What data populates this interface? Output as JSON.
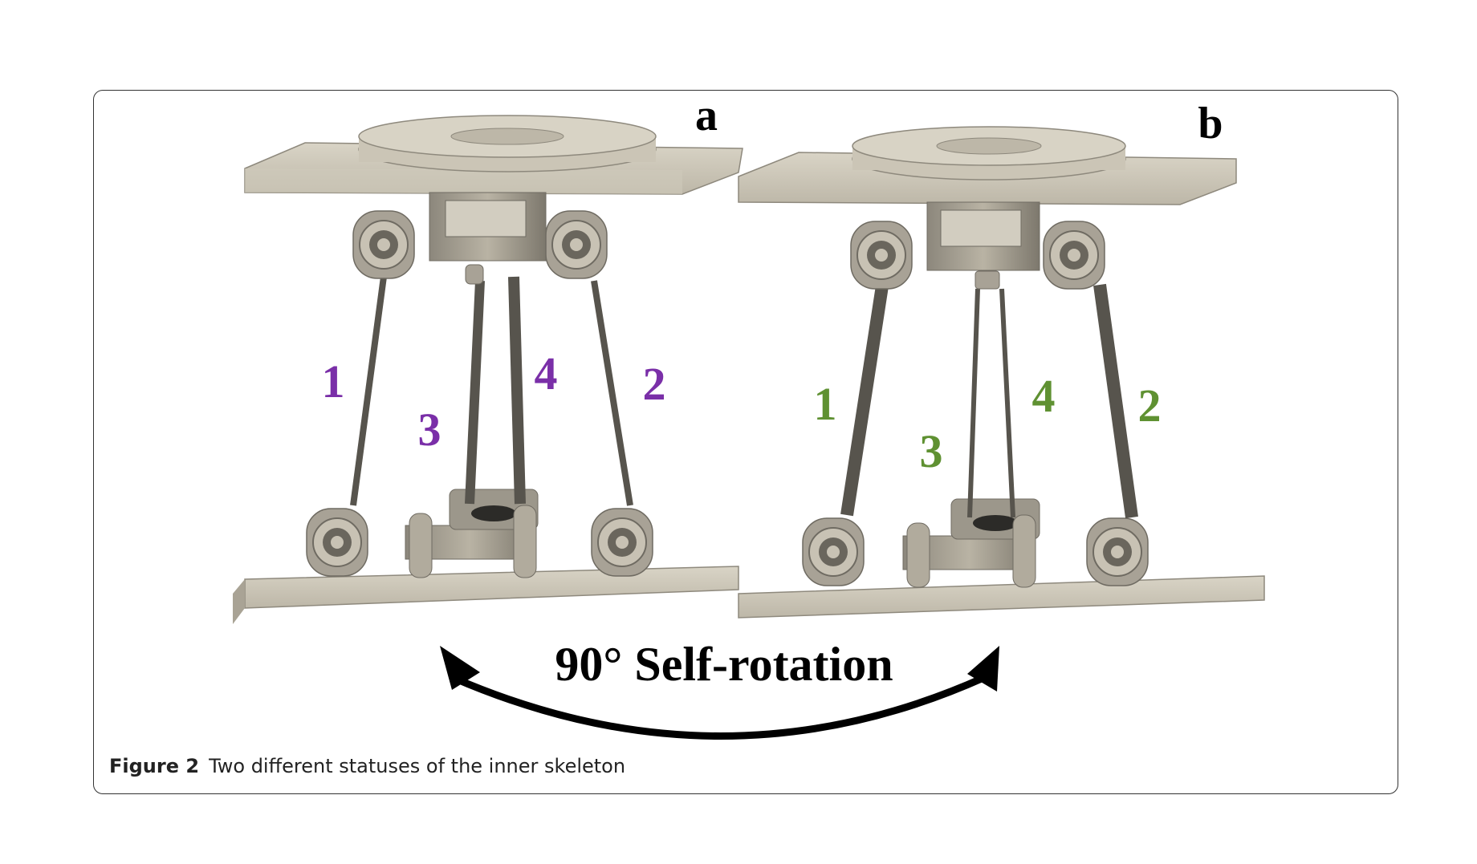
{
  "panels": [
    {
      "letter": "a",
      "leg_color": "#7a2fa8",
      "legs": [
        "1",
        "3",
        "4",
        "2"
      ]
    },
    {
      "letter": "b",
      "leg_color": "#5f9132",
      "legs": [
        "1",
        "3",
        "4",
        "2"
      ]
    }
  ],
  "rotation_label": "90° Self-rotation",
  "caption": {
    "figure": "Figure 2",
    "text": "Two different statuses of the inner skeleton"
  }
}
